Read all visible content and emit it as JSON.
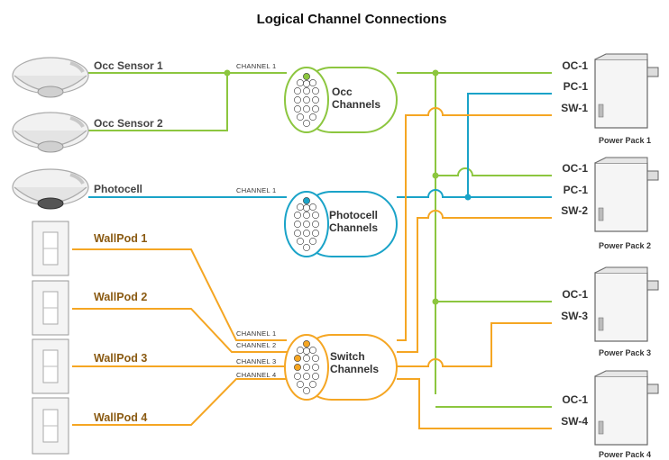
{
  "title": "Logical Channel Connections",
  "colors": {
    "occ": "#8cc63f",
    "photocell": "#1aa3c8",
    "switch": "#f5a623"
  },
  "sensors": {
    "occ1": "Occ Sensor 1",
    "occ2": "Occ Sensor 2",
    "photocell": "Photocell"
  },
  "wallpods": [
    "WallPod 1",
    "WallPod 2",
    "WallPod 3",
    "WallPod 4"
  ],
  "channel_labels": {
    "occ": "CHANNEL 1",
    "photocell": "CHANNEL 1",
    "switch": [
      "CHANNEL 1",
      "CHANNEL 2",
      "CHANNEL 3",
      "CHANNEL 4"
    ]
  },
  "groups": {
    "occ": [
      "Occ",
      "Channels"
    ],
    "photocell": [
      "Photocell",
      "Channels"
    ],
    "switch": [
      "Switch",
      "Channels"
    ]
  },
  "power_packs": [
    {
      "name": "Power Pack 1",
      "ports": [
        "OC-1",
        "PC-1",
        "SW-1"
      ]
    },
    {
      "name": "Power Pack 2",
      "ports": [
        "OC-1",
        "PC-1",
        "SW-2"
      ]
    },
    {
      "name": "Power Pack 3",
      "ports": [
        "OC-1",
        "SW-3"
      ]
    },
    {
      "name": "Power Pack 4",
      "ports": [
        "OC-1",
        "SW-4"
      ]
    }
  ]
}
